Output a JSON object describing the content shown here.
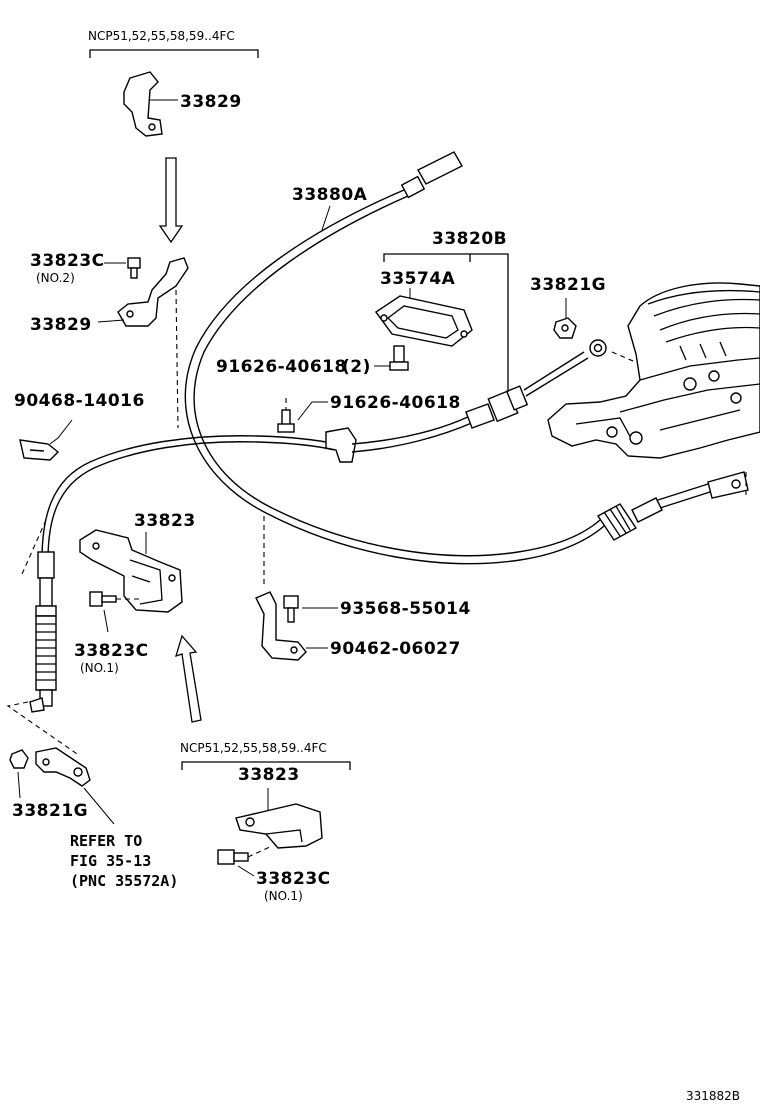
{
  "diagram": {
    "figure_id": "331882B",
    "labels": {
      "note_top": "NCP51,52,55,58,59..4FC",
      "p33829_top": "33829",
      "p33823c_no2": "33823C",
      "no2": "(NO.2)",
      "p33829_mid": "33829",
      "p90468": "90468-14016",
      "p33880a": "33880A",
      "p33820b": "33820B",
      "p33574a": "33574A",
      "p33821g_top": "33821G",
      "p91626_2": "91626-40618",
      "qty2": "(2)",
      "p91626": "91626-40618",
      "p33823_mid": "33823",
      "p33823c_no1": "33823C",
      "no1": "(NO.1)",
      "p93568": "93568-55014",
      "p90462": "90462-06027",
      "p33821g_bot": "33821G",
      "refer1": "REFER TO",
      "refer2": "FIG 35-13",
      "refer3": "(PNC 35572A)",
      "note_bot": "NCP51,52,55,58,59..4FC",
      "p33823_bot": "33823",
      "p33823c_bot": "33823C",
      "no1_bot": "(NO.1)"
    }
  }
}
